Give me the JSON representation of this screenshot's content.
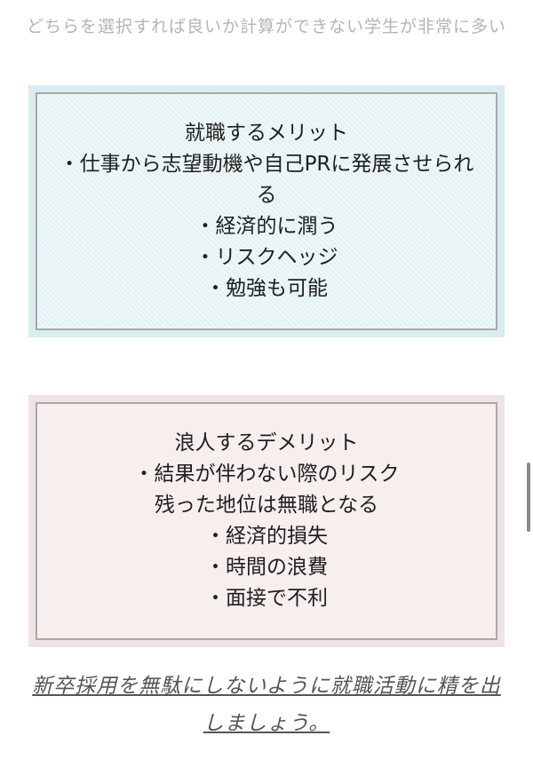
{
  "intro": {
    "text": "どちらを選択すれば良いか計算ができない学生が非常に多い"
  },
  "merit_box": {
    "title": "就職するメリット",
    "items": [
      "・仕事から志望動機や自己PRに発展させられる",
      "・経済的に潤う",
      "・リスクヘッジ",
      "・勉強も可能"
    ]
  },
  "demerit_box": {
    "title": "浪人するデメリット",
    "items": [
      "・結果が伴わない際のリスク",
      "残った地位は無職となる",
      "・経済的損失",
      "・時間の浪費",
      "・面接で不利"
    ]
  },
  "closing": {
    "text": "新卒採用を無駄にしないように就職活動に精を出しましょう。"
  }
}
